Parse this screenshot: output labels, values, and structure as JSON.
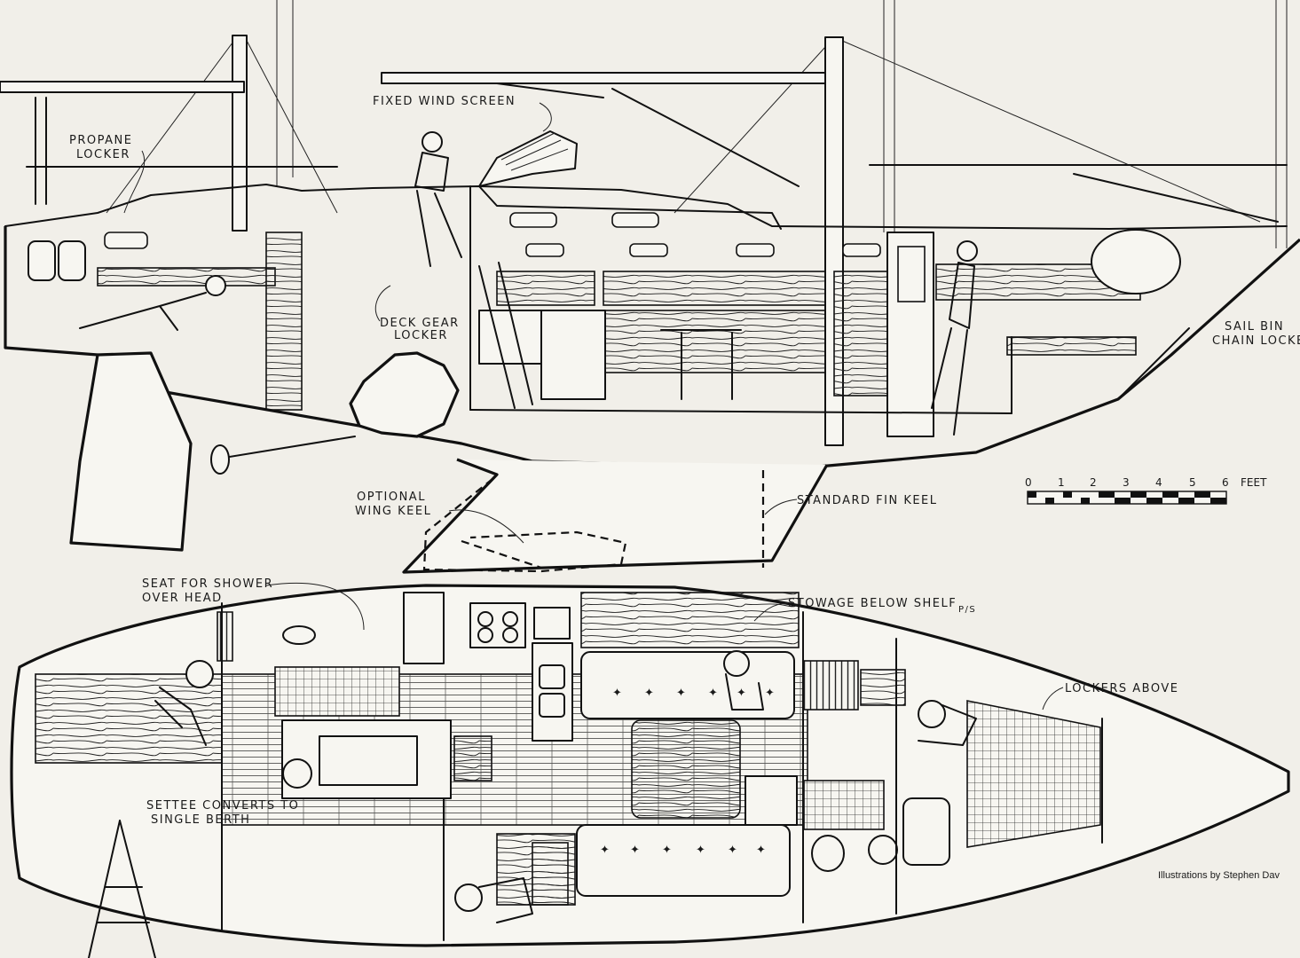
{
  "labels": {
    "propane_locker_1": "PROPANE",
    "propane_locker_2": "LOCKER",
    "fixed_wind_screen": "FIXED WIND SCREEN",
    "deck_gear_locker_1": "DECK GEAR",
    "deck_gear_locker_2": "LOCKER",
    "sail_bin_1": "SAIL BIN",
    "sail_bin_2": "CHAIN LOCKE",
    "optional_wing_keel_1": "OPTIONAL",
    "optional_wing_keel_2": "WING KEEL",
    "standard_fin_keel": "STANDARD FIN KEEL",
    "seat_for_shower_1": "SEAT FOR SHOWER",
    "seat_for_shower_2": "OVER HEAD",
    "stowage_below_shelf": "STOWAGE BELOW SHELF",
    "stowage_below_shelf_suffix": "P/S",
    "lockers_above": "LOCKERS ABOVE",
    "settee_converts_1": "SETTEE CONVERTS TO",
    "settee_converts_2": "SINGLE BERTH"
  },
  "scale_bar": {
    "ticks": [
      "0",
      "1",
      "2",
      "3",
      "4",
      "5",
      "6"
    ],
    "unit": "FEET"
  },
  "credit": "Illustrations by Stephen Dav",
  "colors": {
    "ink": "#111111",
    "paper": "#f1efe9"
  }
}
